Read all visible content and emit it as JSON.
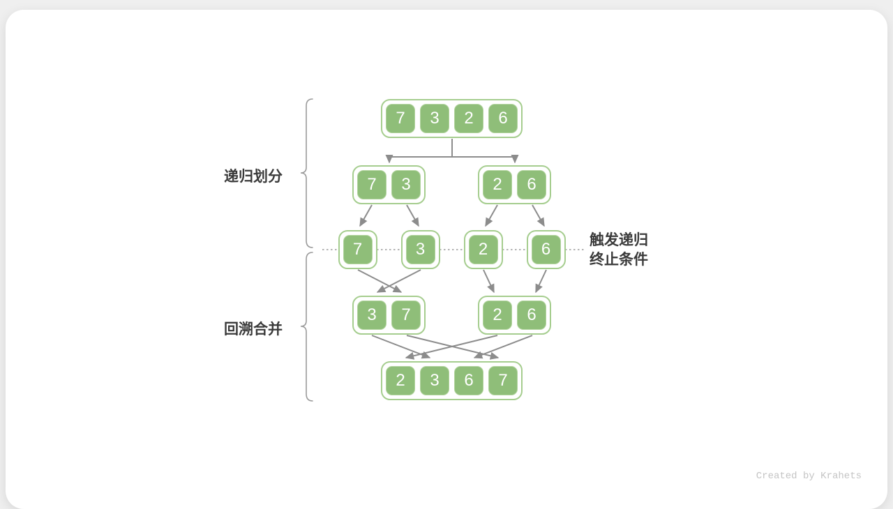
{
  "watermark": "Created by Krahets",
  "labels": {
    "divide_phase": "递归划分",
    "merge_phase": "回溯合并",
    "terminate_line1": "触发递归",
    "terminate_line2": "终止条件"
  },
  "colors": {
    "cell_fill": "#8fbe79",
    "cell_border": "#b2d49e",
    "container_border": "#a5cd8e",
    "arrow": "#8c8c8c",
    "brace": "#9a9a9a",
    "label_text": "#3a3a3a",
    "watermark_text": "#c4c4c4"
  },
  "nodes": {
    "root": [
      7,
      3,
      2,
      6
    ],
    "divide_left": [
      7,
      3
    ],
    "divide_right": [
      2,
      6
    ],
    "leaf_7": [
      7
    ],
    "leaf_3": [
      3
    ],
    "leaf_2": [
      2
    ],
    "leaf_6": [
      6
    ],
    "merge_left": [
      3,
      7
    ],
    "merge_right": [
      2,
      6
    ],
    "merged": [
      2,
      3,
      6,
      7
    ]
  }
}
